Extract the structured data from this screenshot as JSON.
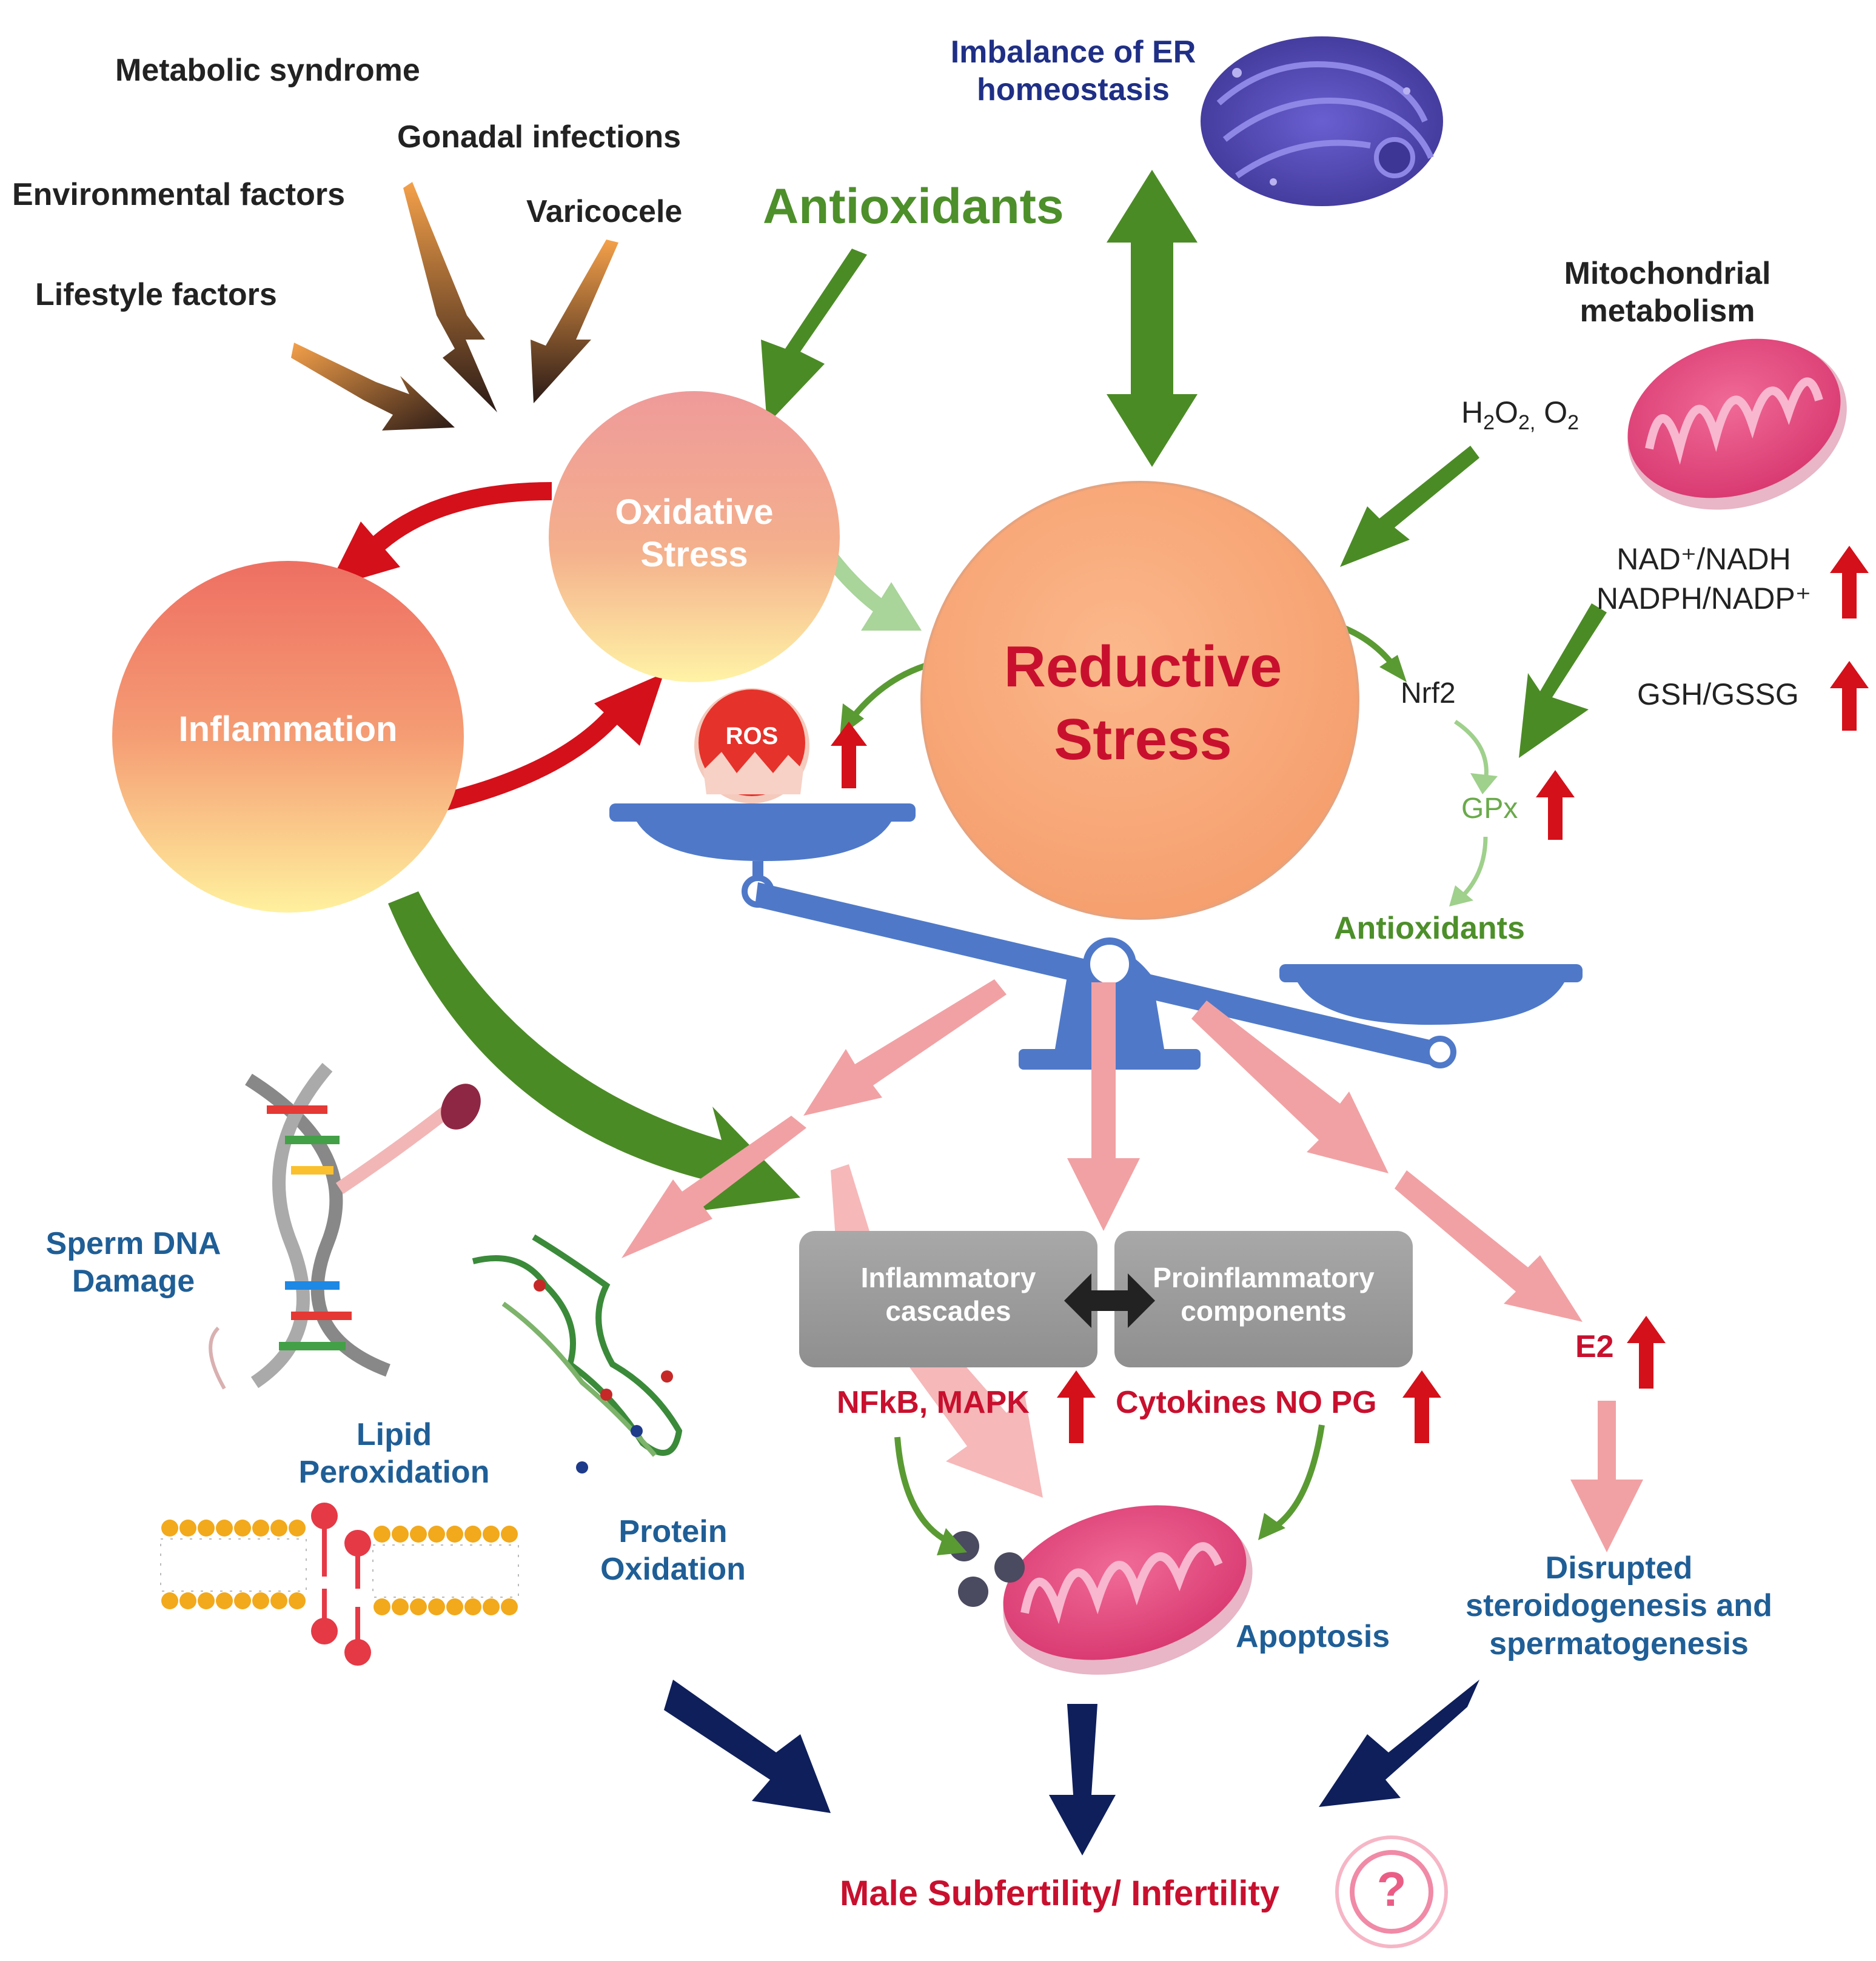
{
  "factors": {
    "metabolic": "Metabolic syndrome",
    "gonadal": "Gonadal infections",
    "environmental": "Environmental factors",
    "varicocele": "Varicocele",
    "lifestyle": "Lifestyle factors"
  },
  "antioxidants_top": "Antioxidants",
  "er": {
    "line1": "Imbalance of ER",
    "line2": "homeostasis"
  },
  "mito": {
    "title_line1": "Mitochondrial",
    "title_line2": "metabolism",
    "h2o2": "H",
    "h2o2_sub1": "2",
    "h2o2_mid": "O",
    "h2o2_sub2": "2,",
    "o2": "O",
    "o2_sub": "2",
    "nad": "NAD⁺/NADH",
    "nadph": "NADPH/NADP⁺",
    "gsh": "GSH/GSSG"
  },
  "circles": {
    "oxidative_line1": "Oxidative",
    "oxidative_line2": "Stress",
    "inflammation": "Inflammation",
    "reductive_line1": "Reductive",
    "reductive_line2": "Stress"
  },
  "ros": "ROS",
  "nrf2": "Nrf2",
  "gpx": "GPx",
  "antioxidants_right": "Antioxidants",
  "boxes": {
    "left_line1": "Inflammatory",
    "left_line2": "cascades",
    "right_line1": "Proinflammatory",
    "right_line2": "components"
  },
  "nfkb": "NFkB, MAPK",
  "cytokines": "Cytokines NO PG",
  "e2": "E2",
  "sperm_dna": {
    "line1": "Sperm DNA",
    "line2": "Damage"
  },
  "lipid": {
    "line1": "Lipid",
    "line2": "Peroxidation"
  },
  "protein": {
    "line1": "Protein",
    "line2": "Oxidation"
  },
  "apoptosis": "Apoptosis",
  "disrupted": {
    "line1": "Disrupted",
    "line2": "steroidogenesis and",
    "line3": "spermatogenesis"
  },
  "male": "Male Subfertility/ Infertility",
  "question": "?"
}
